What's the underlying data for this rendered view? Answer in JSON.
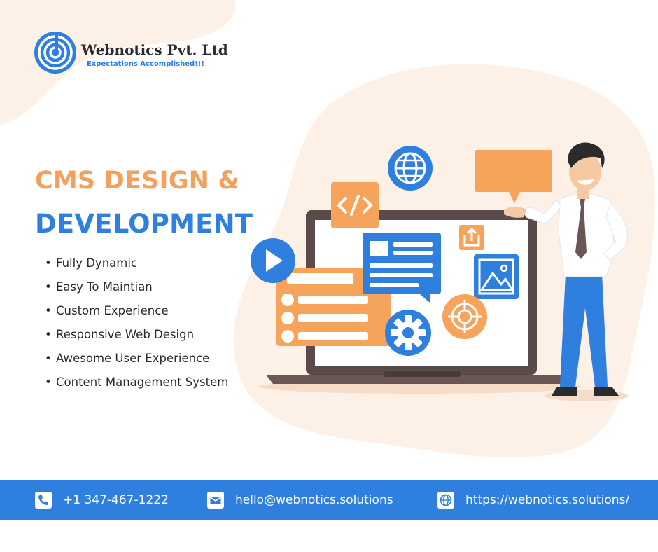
{
  "brand": {
    "name": "Webnotics Pvt. Ltd",
    "tagline": "Expectations Accomplished!!!"
  },
  "headline": {
    "line1": "CMS DESIGN &",
    "line2": "DEVELOPMENT"
  },
  "features": [
    "Fully Dynamic",
    "Easy To Maintian",
    "Custom Experience",
    "Responsive Web Design",
    "Awesome User Experience",
    "Content Management System"
  ],
  "contact": {
    "phone": "+1 347-467-1222",
    "email": "hello@webnotics.solutions",
    "website": "https://webnotics.solutions/"
  },
  "colors": {
    "primary_blue": "#2f7fde",
    "accent_orange": "#f2a05b",
    "blob_cream": "#fdf0e6",
    "text_dark": "#2a2a2a"
  },
  "icons": [
    "phone-icon",
    "mail-icon",
    "globe-icon",
    "play-icon",
    "code-icon",
    "gear-icon",
    "target-icon",
    "image-icon",
    "share-icon"
  ]
}
